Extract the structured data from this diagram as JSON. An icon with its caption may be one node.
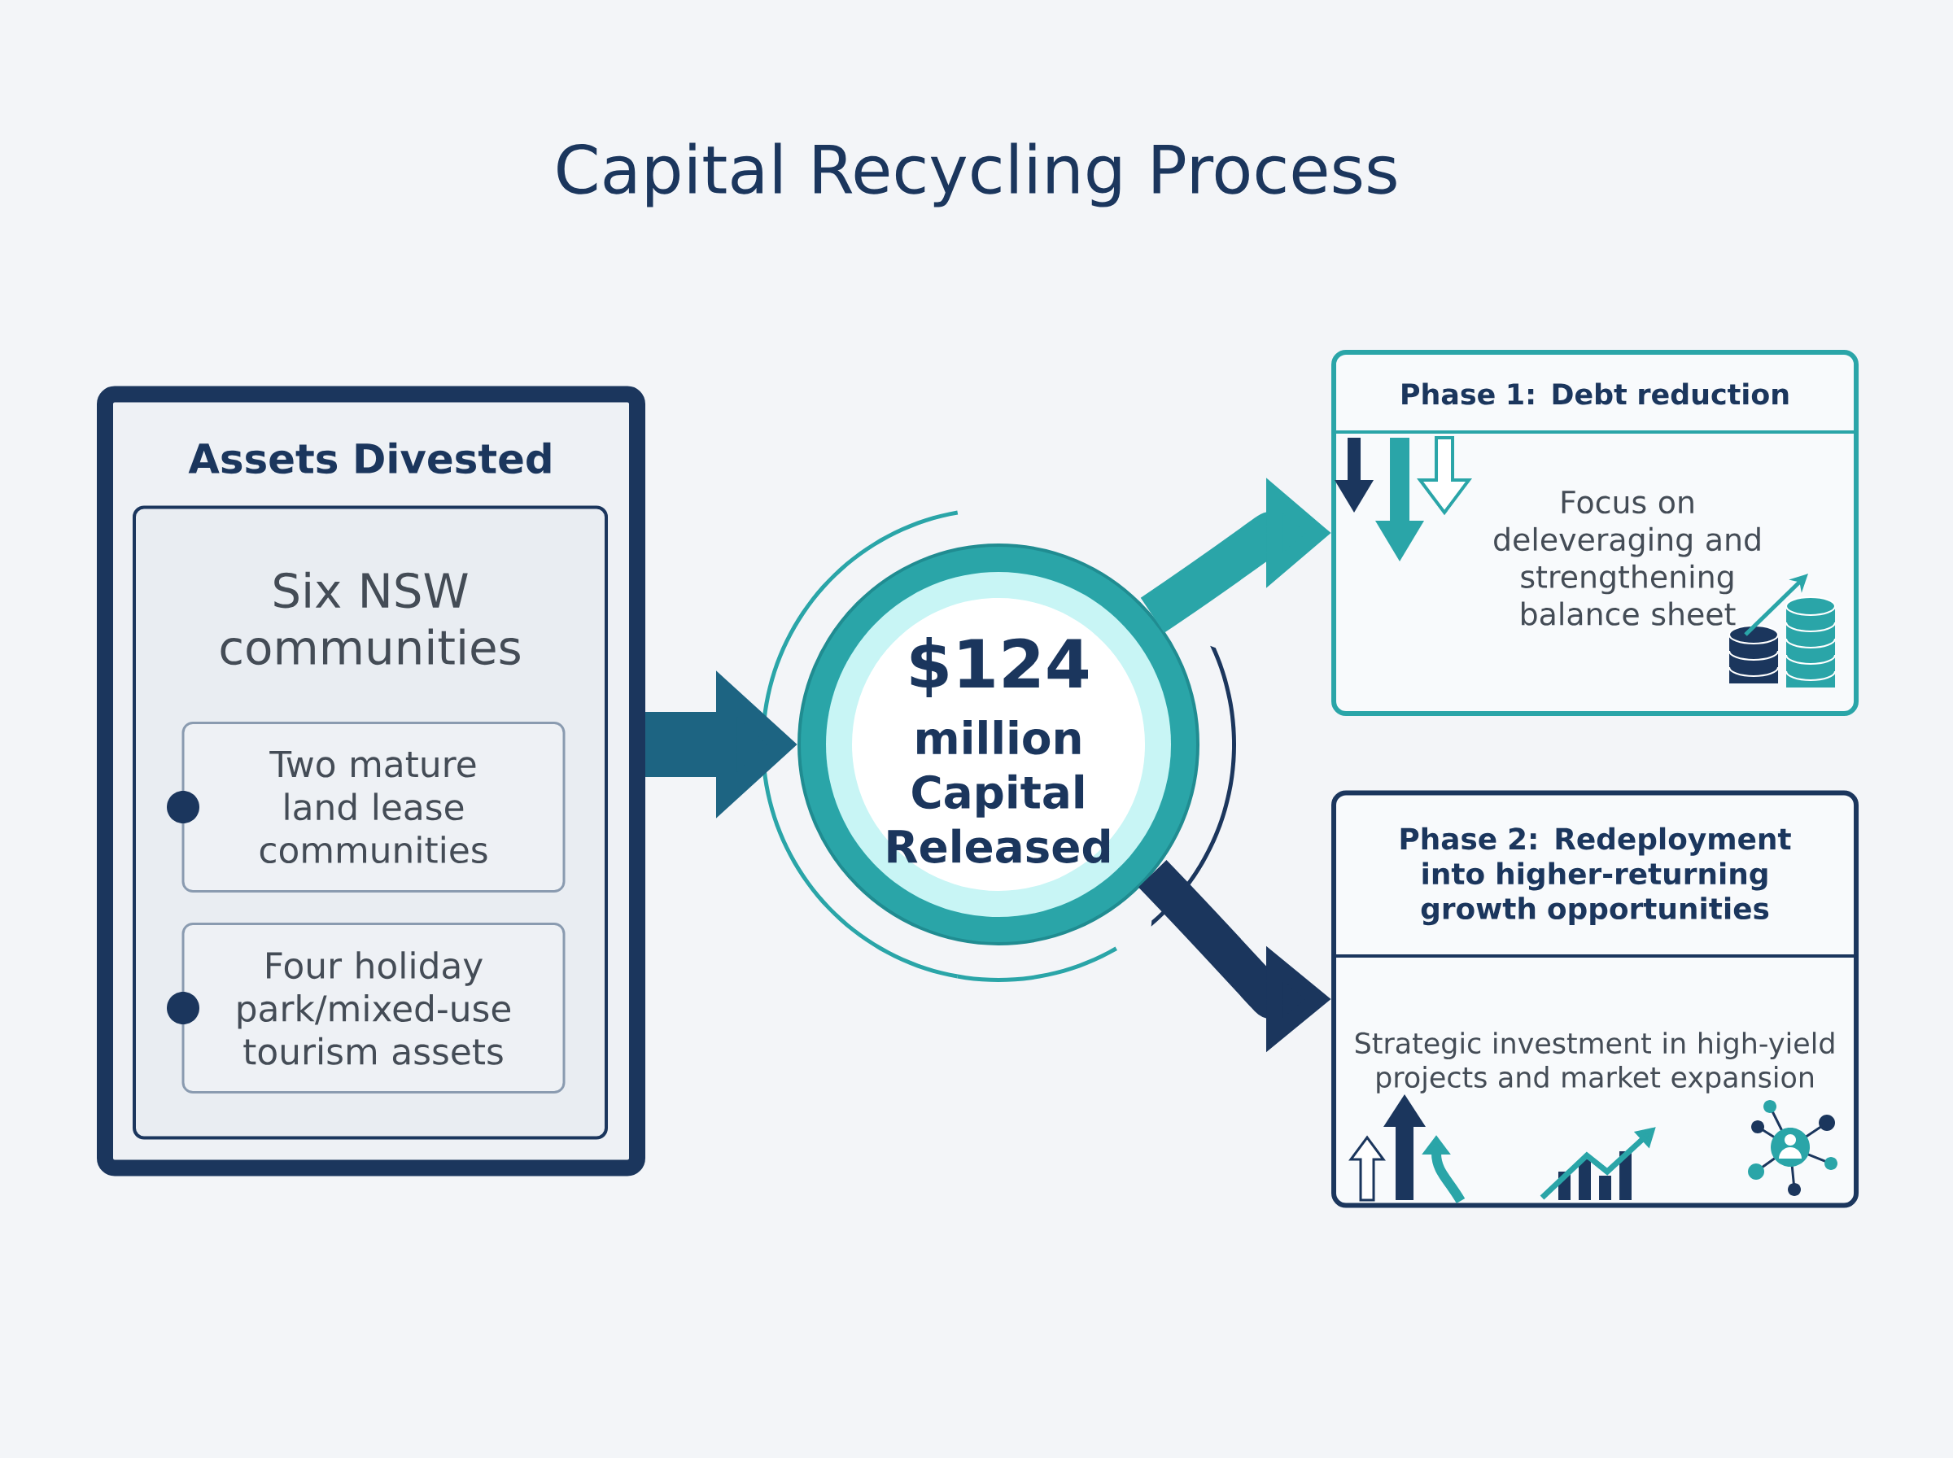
{
  "diagram": {
    "title": "Capital Recycling Process",
    "nodes": [
      {
        "text": [
          "Assets Divested"
        ]
      },
      {
        "text": [
          "Six NSW communities"
        ],
        "in": 0
      },
      {
        "text": [
          "Two mature land lease communities"
        ],
        "in": 1
      },
      {
        "text": [
          "Four holiday park/mixed-use tourism assets"
        ],
        "in": 1
      },
      {
        "text": [
          "$124",
          "million Capital Released"
        ]
      },
      {
        "text": [
          "Phase 1: Debt reduction",
          "Focus on deleveraging and strengthening balance sheet"
        ]
      },
      {
        "text": [
          "Phase 2: Redeployment into higher-returning growth opportunities",
          "Strategic investment in high-yield projects and market expansion"
        ]
      }
    ],
    "edges": [
      {
        "from": 0,
        "to": 4,
        "arrow": "to",
        "color": "#1d6482"
      },
      {
        "from": 4,
        "to": 5,
        "arrow": "to"
      },
      {
        "from": 4,
        "to": 6,
        "arrow": "to",
        "color": "#1b365d"
      }
    ]
  }
}
